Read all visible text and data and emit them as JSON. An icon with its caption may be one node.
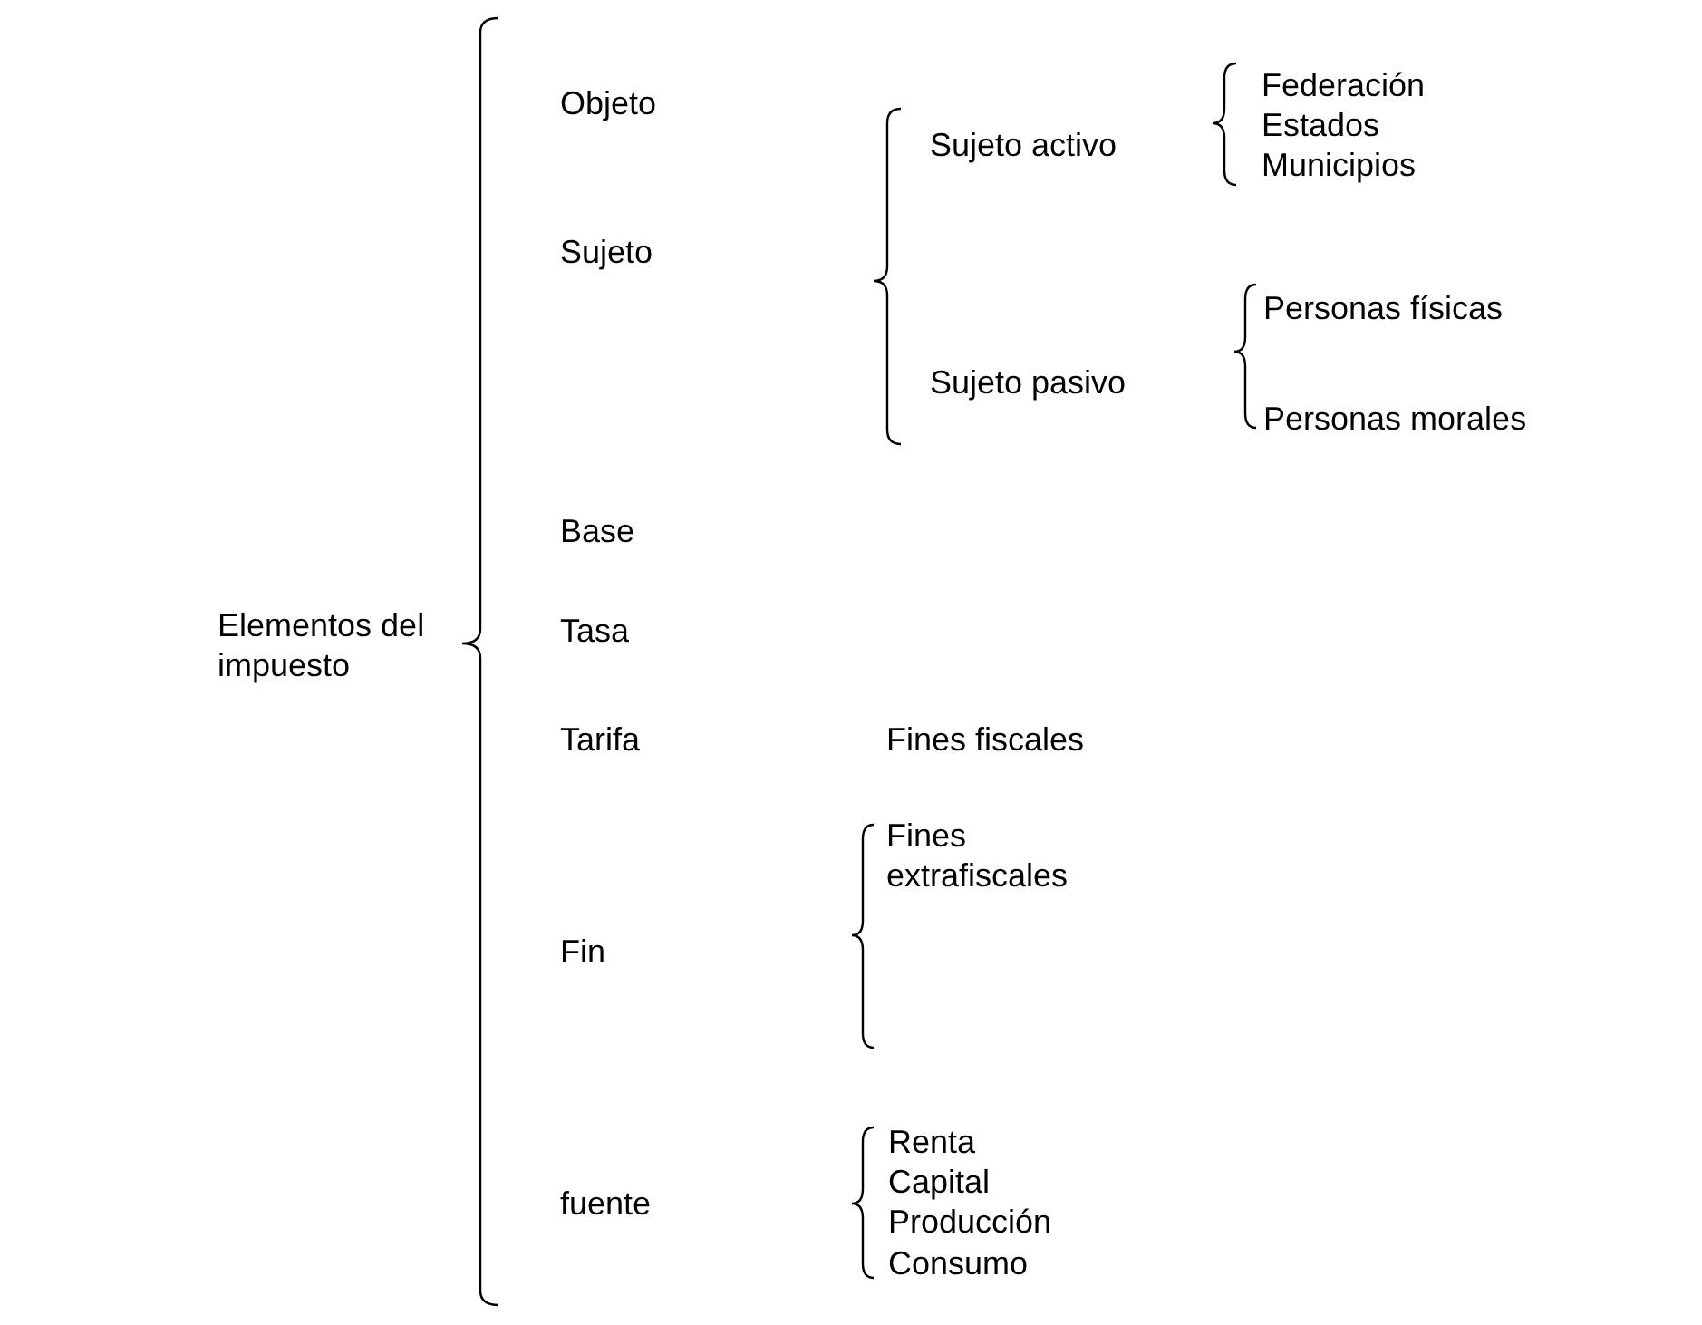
{
  "diagram": {
    "labels": [
      "Objeto",
      "Sujeto activo",
      "Federación",
      "Estados",
      "Municipios",
      "Sujeto",
      "Personas físicas",
      "Sujeto pasivo",
      "Personas morales",
      "Base",
      "Elementos del impuesto",
      "Tasa",
      "Tarifa",
      "Fines fiscales",
      "Fines extrafiscales",
      "Fin",
      "Renta",
      "Capital",
      "fuente",
      "Producción",
      "Consumo"
    ]
  }
}
